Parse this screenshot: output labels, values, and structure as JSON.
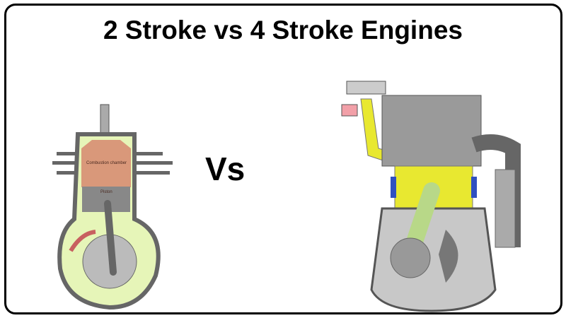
{
  "title": "2 Stroke vs 4 Stroke Engines",
  "vs_label": "Vs",
  "two_stroke": {
    "combustion_label": "Combustion chamber",
    "piston_label": "Piston"
  },
  "colors": {
    "gray": "#6e6e6e",
    "green": "#e6f5b8",
    "yellow": "#e8e830",
    "combustion": "#d9987a",
    "blue": "#3050c0"
  }
}
